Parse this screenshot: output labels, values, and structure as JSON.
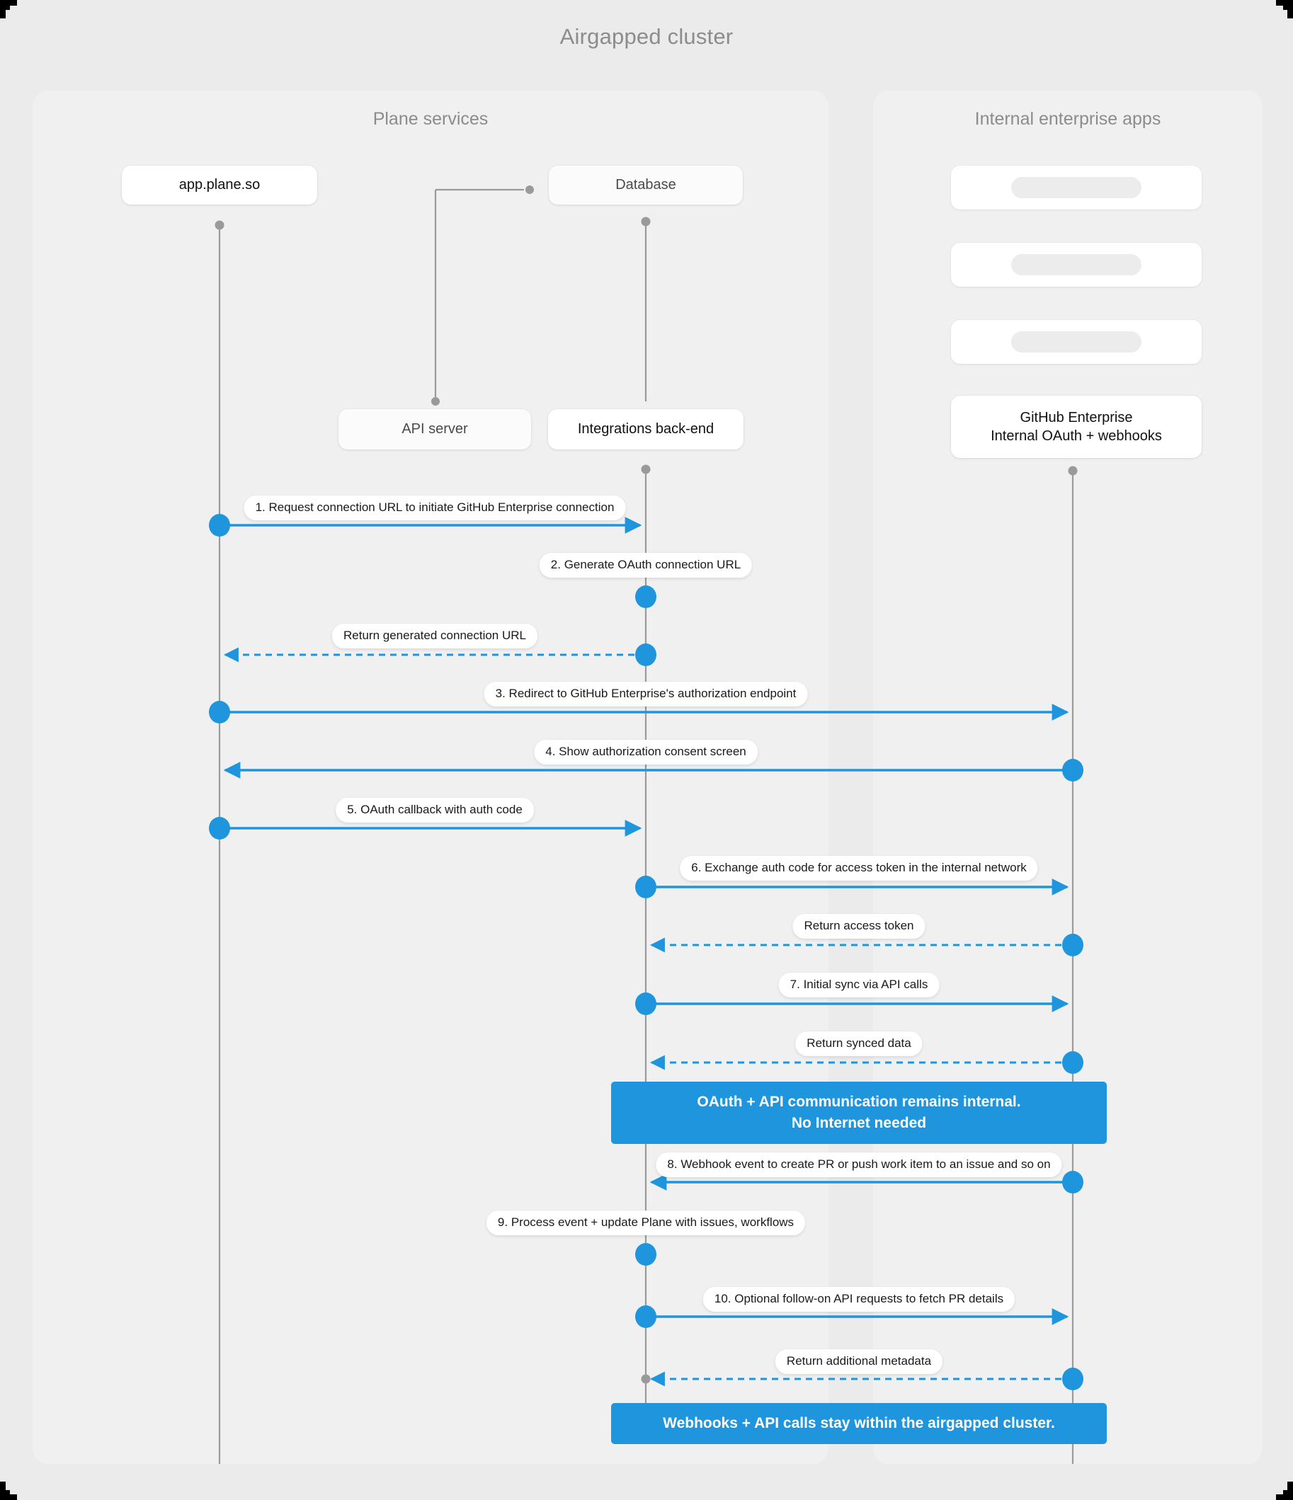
{
  "title": "Airgapped cluster",
  "panels": {
    "left": {
      "title": "Plane services"
    },
    "right": {
      "title": "Internal enterprise apps"
    }
  },
  "nodes": {
    "app": "app.plane.so",
    "database": "Database",
    "api_server": "API server",
    "integrations": "Integrations back-end",
    "github_line1": "GitHub Enterprise",
    "github_line2": "Internal OAuth + webhooks"
  },
  "messages": [
    {
      "id": "m1",
      "label": "1. Request connection URL to initiate GitHub Enterprise connection",
      "from": "app",
      "to": "integrations",
      "style": "solid"
    },
    {
      "id": "m2",
      "label": "2. Generate OAuth connection URL",
      "from": "integrations",
      "to": "integrations",
      "style": "self"
    },
    {
      "id": "m3",
      "label": "Return generated connection URL",
      "from": "integrations",
      "to": "app",
      "style": "dashed"
    },
    {
      "id": "m4",
      "label": "3. Redirect to GitHub Enterprise's authorization endpoint",
      "from": "app",
      "to": "github",
      "style": "solid"
    },
    {
      "id": "m5",
      "label": "4. Show authorization consent screen",
      "from": "github",
      "to": "app",
      "style": "solid"
    },
    {
      "id": "m6",
      "label": "5. OAuth callback with auth code",
      "from": "app",
      "to": "integrations",
      "style": "solid"
    },
    {
      "id": "m7",
      "label": "6. Exchange auth code for access token in the internal network",
      "from": "integrations",
      "to": "github",
      "style": "solid"
    },
    {
      "id": "m8",
      "label": "Return access token",
      "from": "github",
      "to": "integrations",
      "style": "dashed"
    },
    {
      "id": "m9",
      "label": "7. Initial sync via API calls",
      "from": "integrations",
      "to": "github",
      "style": "solid"
    },
    {
      "id": "m10",
      "label": "Return synced data",
      "from": "github",
      "to": "integrations",
      "style": "dashed"
    },
    {
      "id": "m11",
      "label": "8. Webhook event to create PR  or push work item to an issue  and so on",
      "from": "github",
      "to": "integrations",
      "style": "solid"
    },
    {
      "id": "m12",
      "label": "9. Process event + update Plane with issues, workflows",
      "from": "integrations",
      "to": "integrations",
      "style": "self"
    },
    {
      "id": "m13",
      "label": "10. Optional follow-on API requests to fetch PR details",
      "from": "integrations",
      "to": "github",
      "style": "solid"
    },
    {
      "id": "m14",
      "label": "Return additional metadata",
      "from": "github",
      "to": "integrations",
      "style": "dashed"
    }
  ],
  "notes": [
    {
      "id": "n1",
      "line1": "OAuth + API communication remains internal.",
      "line2": "No Internet needed"
    },
    {
      "id": "n2",
      "line1": "Webhooks + API calls stay within the airgapped cluster.",
      "line2": ""
    }
  ],
  "colors": {
    "accent": "#1e95dc",
    "canvas": "#ebebeb",
    "panel": "#f0f0f0",
    "lifeline": "#9a9a9a",
    "title_text": "#8c8c8c"
  }
}
